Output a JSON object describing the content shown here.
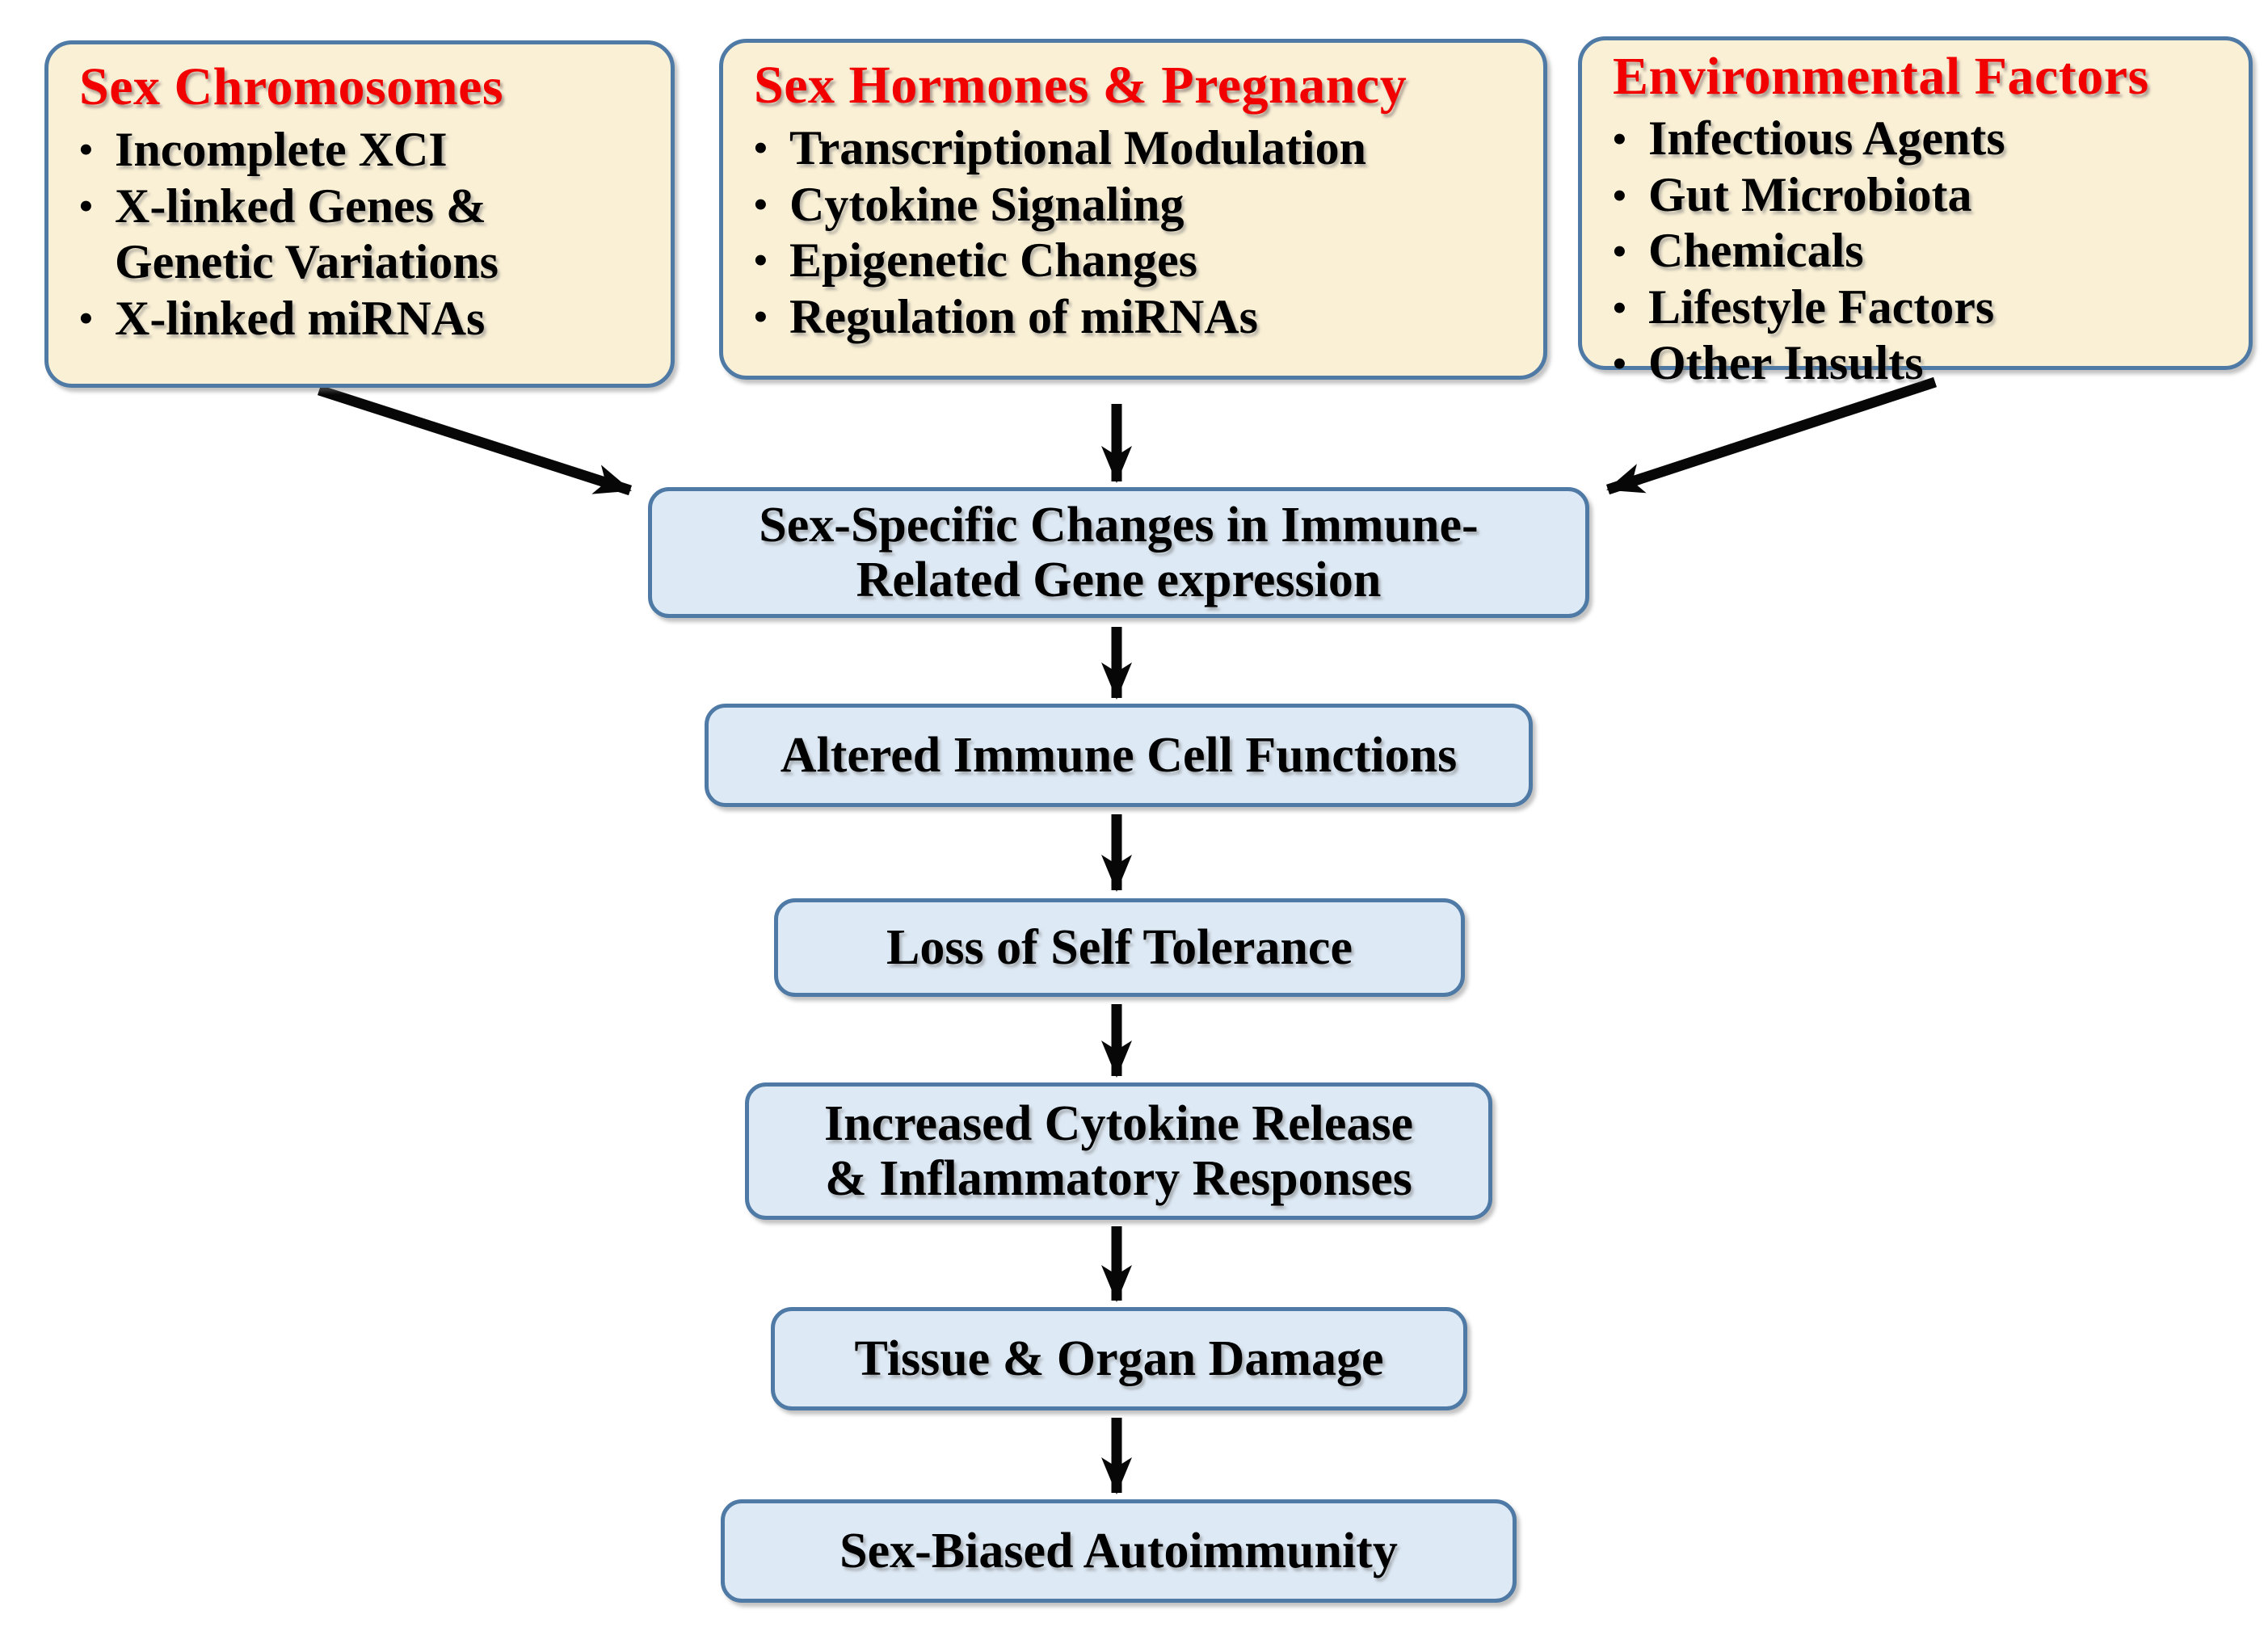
{
  "diagram": {
    "title_implied": "Sex-Biased Autoimmunity Flowchart",
    "bullet": "•",
    "source_boxes": [
      {
        "title": "Sex Chromosomes",
        "items": [
          [
            "Incomplete XCI"
          ],
          [
            "X-linked Genes &",
            "Genetic Variations"
          ],
          [
            "X-linked miRNAs"
          ]
        ]
      },
      {
        "title": "Sex Hormones & Pregnancy",
        "items": [
          [
            "Transcriptional Modulation"
          ],
          [
            "Cytokine Signaling"
          ],
          [
            "Epigenetic Changes"
          ],
          [
            "Regulation of miRNAs"
          ]
        ]
      },
      {
        "title": "Environmental Factors",
        "items": [
          [
            "Infectious Agents"
          ],
          [
            "Gut Microbiota"
          ],
          [
            "Chemicals"
          ],
          [
            "Lifestyle Factors"
          ],
          [
            "Other Insults"
          ]
        ]
      }
    ],
    "flow_boxes": [
      {
        "lines": [
          "Sex-Specific Changes in Immune-",
          "Related Gene expression"
        ]
      },
      {
        "lines": [
          "Altered Immune Cell Functions"
        ]
      },
      {
        "lines": [
          "Loss of Self Tolerance"
        ]
      },
      {
        "lines": [
          "Increased Cytokine Release",
          "& Inflammatory Responses"
        ]
      },
      {
        "lines": [
          "Tissue & Organ Damage"
        ]
      },
      {
        "lines": [
          "Sex-Biased Autoimmunity"
        ]
      }
    ],
    "colors": {
      "background": "#ffffff",
      "cream_fill": "#faf0d6",
      "blue_fill": "#dde9f5",
      "border_blue": "#4e7aa5",
      "title_red": "#f20000",
      "text_black": "#000000",
      "arrow_black": "#070707"
    }
  }
}
